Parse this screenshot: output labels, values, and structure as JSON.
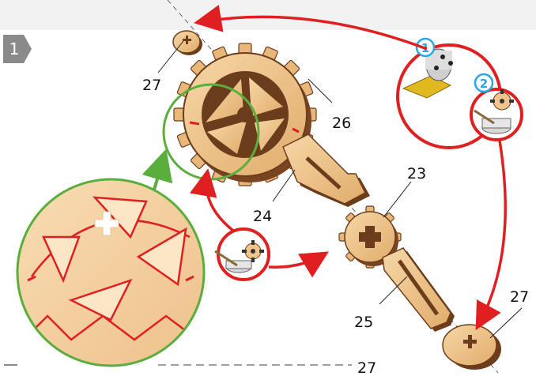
{
  "step": {
    "number": "1"
  },
  "callouts": [
    {
      "id": "part-27-top",
      "label": "27"
    },
    {
      "id": "part-26",
      "label": "26"
    },
    {
      "id": "part-23",
      "label": "23"
    },
    {
      "id": "part-24",
      "label": "24"
    },
    {
      "id": "part-25",
      "label": "25"
    },
    {
      "id": "part-27-bottom",
      "label": "27"
    },
    {
      "id": "part-27-edge",
      "label": "27"
    }
  ],
  "badges": [
    {
      "id": "badge-1",
      "label": "1"
    },
    {
      "id": "badge-2",
      "label": "2"
    }
  ],
  "colors": {
    "wood_light": "#f0c48a",
    "wood_mid": "#d99a55",
    "wood_dark": "#6b3d1c",
    "arrow_red": "#e02020",
    "zoom_green": "#5aae3c",
    "badge_blue": "#2aa7e1",
    "banner_gray": "#8a8a8a",
    "tape_yellow": "#e0b820"
  },
  "icons": [
    "tape-roll-icon",
    "glue-pot-icon",
    "gear-icon"
  ]
}
